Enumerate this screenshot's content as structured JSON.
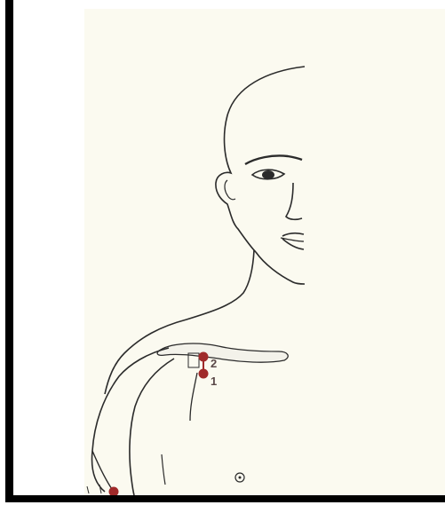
{
  "figure": {
    "colors": {
      "page_background": "#ffffff",
      "frame_border": "#000000",
      "paper": "#fbfaf0",
      "line": "#2b2b2b",
      "acupoint": "#a02a2a",
      "clavicle_fill": "#f3f2ea"
    },
    "points": [
      {
        "id": "point-2",
        "label": "2"
      },
      {
        "id": "point-1",
        "label": "1"
      }
    ]
  }
}
